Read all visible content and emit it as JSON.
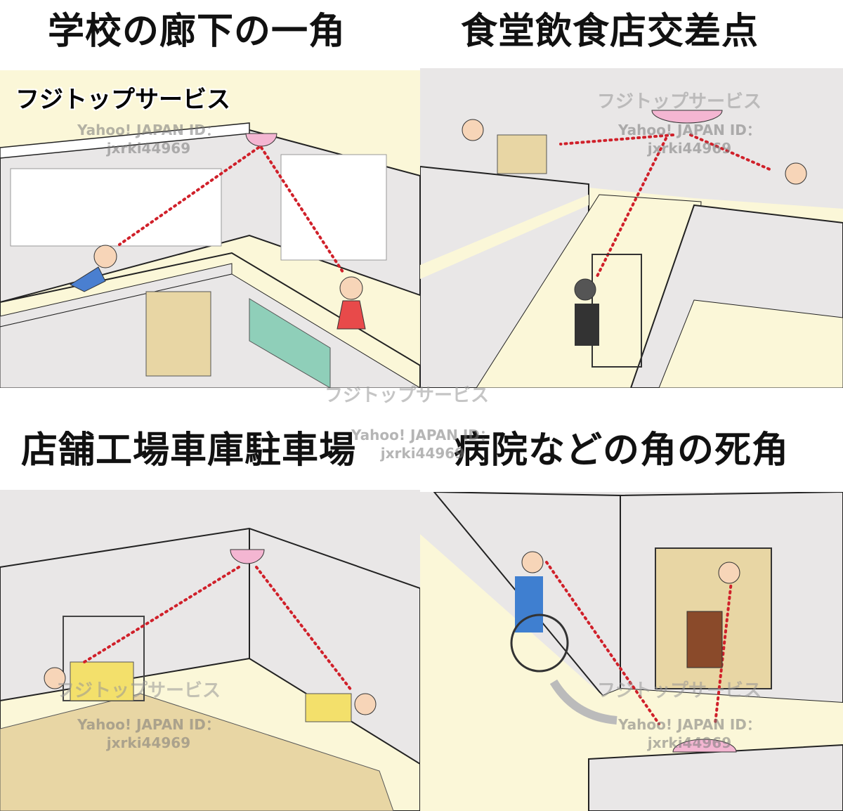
{
  "titles": {
    "school": "学校の廊下の一角",
    "cafeteria": "食堂飲食店交差点",
    "warehouse": "店舗工場車庫駐車場",
    "hospital": "病院などの角の死角"
  },
  "watermark": {
    "brand": "フジトップサービス",
    "id_label": "Yahoo! JAPAN ID：",
    "id_value": "jxrki44969"
  },
  "colors": {
    "floor": "#fbf7d8",
    "wall": "#e9e7e7",
    "sensor": "#f4b6d2",
    "dots": "#d0202a"
  }
}
